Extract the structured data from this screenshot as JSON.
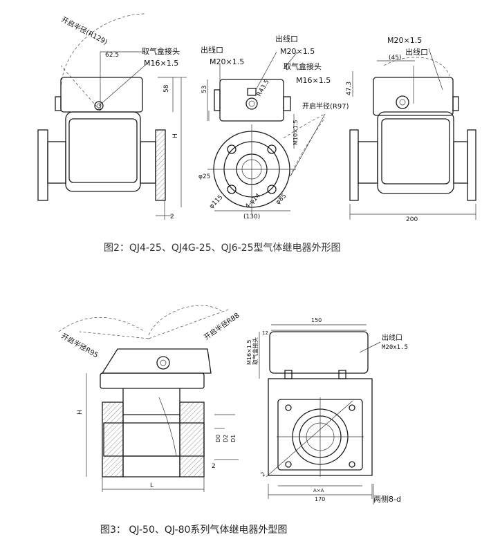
{
  "figure2": {
    "caption": "图2：QJ4-25、QJ4G-25、QJ6-25型气体继电器外形图",
    "left_view": {
      "open_radius": "开启半径(R129)",
      "dim_62_5": "62.5",
      "gas_box_label": "取气盒接头",
      "gas_box_thread": "M16×1.5",
      "dim_58": "58",
      "dim_H": "H",
      "dim_2": "2"
    },
    "middle_view": {
      "outlet_label": "出线口",
      "outlet_thread": "M20×1.5",
      "outlet_label_2": "出线口",
      "outlet_thread_2": "M20×1.5",
      "gas_box_label": "取气盒接头",
      "gas_box_thread": "M16×1.5",
      "open_radius": "开启半径(R97)",
      "dim_53": "53",
      "dim_R43_5": "R43.5",
      "dim_M10": "M10×1.5",
      "dim_d25": "φ25",
      "dim_d115": "φ115",
      "dim_4d14": "4-φ14",
      "dim_d85": "φ85",
      "dim_130": "(130)"
    },
    "right_view": {
      "outlet_thread": "M20×1.5",
      "outlet_label": "出线口",
      "dim_45": "(45)",
      "dim_47_3": "47.3",
      "dim_200": "200"
    }
  },
  "figure3": {
    "caption": "图3： QJ-50、QJ-80系列气体继电器外型图",
    "left_view": {
      "open_radius_95": "开启半径R95",
      "open_radius_88": "开启半径R88",
      "dim_H": "H",
      "dim_D0": "D0",
      "dim_D2": "D2",
      "dim_D1": "D1",
      "dim_2": "2",
      "dim_L": "L"
    },
    "right_view": {
      "dim_12": "12",
      "dim_150": "150",
      "gas_box_thread": "M16×1.5",
      "gas_box_label": "取气盒接头",
      "outlet_label": "出线口",
      "outlet_thread": "M20x1.5",
      "dim_2": "2",
      "dim_AxA": "A×A",
      "dim_170": "170",
      "bolt_holes": "两侧8-d"
    }
  }
}
